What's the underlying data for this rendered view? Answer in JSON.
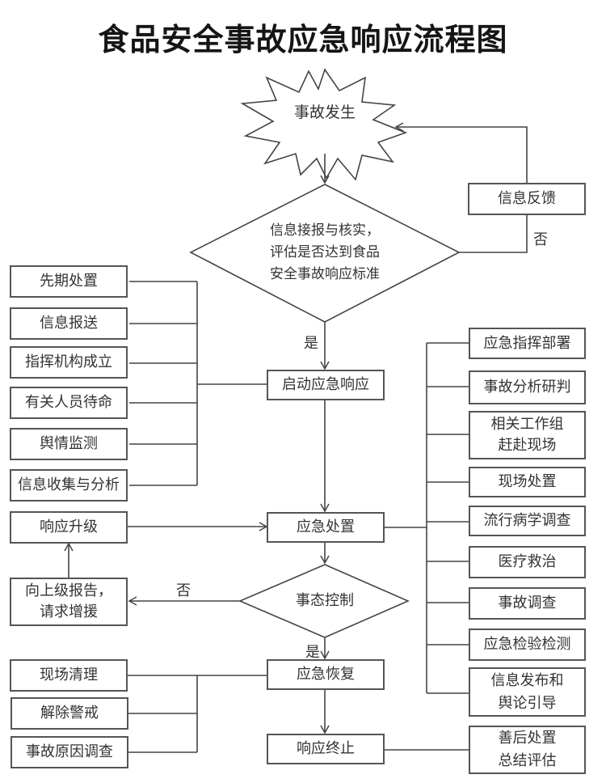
{
  "title": "食品安全事故应急响应流程图",
  "start": "事故发生",
  "decision1": "信息接报与核实，\n评估是否达到食品\n安全事故响应标准",
  "decision2": "事态控制",
  "feedback": "信息反馈",
  "labels": {
    "no1": "否",
    "yes1": "是",
    "no2": "否",
    "yes2": "是"
  },
  "main": {
    "start_response": "启动应急响应",
    "emergency_handling": "应急处置",
    "recovery": "应急恢复",
    "termination": "响应终止"
  },
  "left_initial": [
    "先期处置",
    "信息报送",
    "指挥机构成立",
    "有关人员待命",
    "舆情监测",
    "信息收集与分析"
  ],
  "escalate": "响应升级",
  "report_up": "向上级报告，\n请求增援",
  "left_recovery": [
    "现场清理",
    "解除警戒",
    "事故原因调查"
  ],
  "right_handling": [
    "应急指挥部署",
    "事故分析研判",
    "相关工作组\n赶赴现场",
    "现场处置",
    "流行病学调查",
    "医疗救治",
    "事故调查",
    "应急检验检测",
    "信息发布和\n舆论引导"
  ],
  "aftermath": "善后处置\n总结评估"
}
